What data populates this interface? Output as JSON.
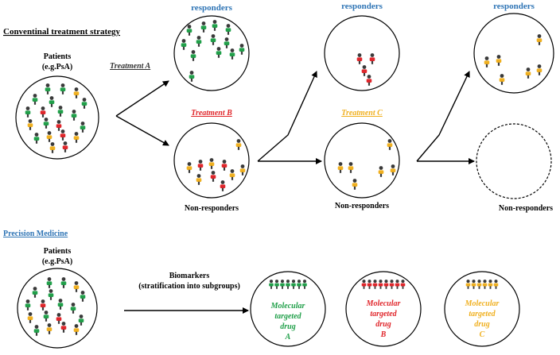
{
  "colors": {
    "black": "#000000",
    "blue": "#2E74B5",
    "red": "#E0262B",
    "yellow": "#F0B020",
    "green": "#21A04A",
    "person_dark": "#3a3a3a"
  },
  "conventional": {
    "title": "Conventinal treatment strategy",
    "patients_label": "Patients",
    "patients_sublabel": "(e.g.PsA)",
    "treatment_a": "Treatment A",
    "treatment_b": "Treatment B",
    "treatment_c": "Treatment C",
    "responders_1": "responders",
    "responders_2": "responders",
    "responders_3": "responders",
    "non_responders_1": "Non-responders",
    "non_responders_2": "Non-responders",
    "non_responders_3": "Non-responders"
  },
  "precision": {
    "title": "Precision Medicine",
    "patients_label": "Patients",
    "patients_sublabel": "(e.g.PsA)",
    "biomarkers_label": "Biomarkers",
    "biomarkers_sublabel": "(stratification into subgroups)",
    "drug_a": [
      "Molecular",
      "targeted",
      "drug",
      "A"
    ],
    "drug_b": [
      "Molecular",
      "targeted",
      "drug",
      "B"
    ],
    "drug_c": [
      "Molecular",
      "targeted",
      "drug",
      "C"
    ]
  }
}
